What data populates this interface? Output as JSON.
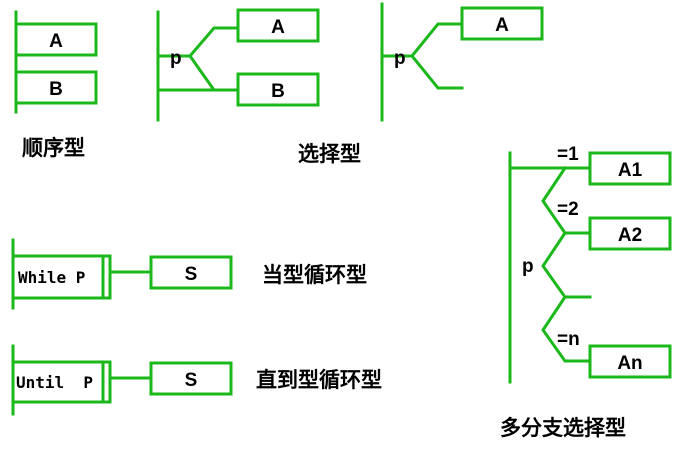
{
  "colors": {
    "line": "#1bb81b",
    "text": "#000000",
    "background": "#ffffff"
  },
  "sequential": {
    "box_a": "A",
    "box_b": "B",
    "caption": "顺序型"
  },
  "selection_two": {
    "condition": "p",
    "box_a": "A",
    "box_b": "B",
    "caption": "选择型"
  },
  "selection_one": {
    "condition": "p",
    "box_a": "A"
  },
  "while_loop": {
    "condition": "While P",
    "body": "S",
    "caption": "当型循环型"
  },
  "until_loop": {
    "condition": "Until  P",
    "body": "S",
    "caption": "直到型循环型"
  },
  "multi_branch": {
    "condition": "p",
    "branches": [
      {
        "label": "=1",
        "box": "A1"
      },
      {
        "label": "=2",
        "box": "A2"
      },
      {
        "label": "=n",
        "box": "An"
      }
    ],
    "caption": "多分支选择型"
  }
}
